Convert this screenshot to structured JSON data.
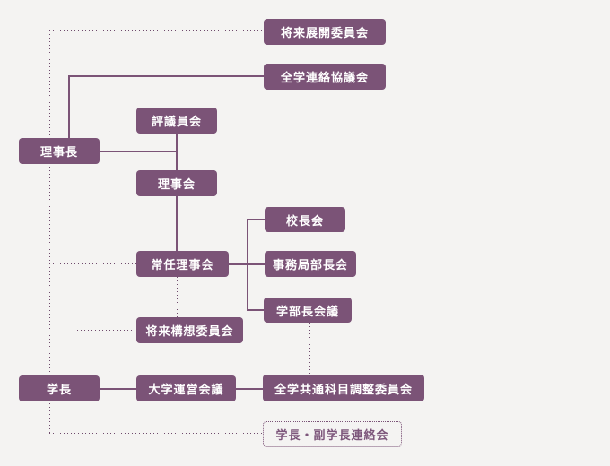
{
  "palette": {
    "background": "#f4f3f2",
    "node_fill": "#7b5377",
    "node_text": "#ffffff",
    "line_color": "#7b5377",
    "dotted_line_color": "#6e4a6c",
    "outlined_node_text": "#7d567b"
  },
  "nodes": [
    {
      "id": "future-development-committee",
      "label": "将来展開委員会"
    },
    {
      "id": "university-wide-liaison-council",
      "label": "全学連絡協議会"
    },
    {
      "id": "board-of-councilors",
      "label": "評議員会"
    },
    {
      "id": "chairperson-of-board",
      "label": "理事長"
    },
    {
      "id": "board-of-directors",
      "label": "理事会"
    },
    {
      "id": "principals-council",
      "label": "校長会"
    },
    {
      "id": "standing-board-of-directors",
      "label": "常任理事会"
    },
    {
      "id": "secretariat-department-heads-council",
      "label": "事務局部長会"
    },
    {
      "id": "deans-council",
      "label": "学部長会議"
    },
    {
      "id": "future-planning-committee",
      "label": "将来構想委員会"
    },
    {
      "id": "university-president",
      "label": "学長"
    },
    {
      "id": "university-management-council",
      "label": "大学運営会議"
    },
    {
      "id": "common-subjects-coordination-committee",
      "label": "全学共通科目調整委員会"
    },
    {
      "id": "president-vice-president-liaison",
      "label": "学長・副学長連絡会"
    }
  ],
  "edges": [
    {
      "from": "chairperson-of-board",
      "to": "future-development-committee",
      "style": "dotted"
    },
    {
      "from": "chairperson-of-board",
      "to": "university-wide-liaison-council",
      "style": "solid"
    },
    {
      "from": "chairperson-of-board",
      "to": "board-of-councilors",
      "style": "solid"
    },
    {
      "from": "chairperson-of-board",
      "to": "board-of-directors",
      "style": "solid"
    },
    {
      "from": "board-of-directors",
      "to": "standing-board-of-directors",
      "style": "solid"
    },
    {
      "from": "chairperson-of-board",
      "to": "standing-board-of-directors",
      "style": "dotted"
    },
    {
      "from": "standing-board-of-directors",
      "to": "principals-council",
      "style": "solid"
    },
    {
      "from": "standing-board-of-directors",
      "to": "secretariat-department-heads-council",
      "style": "solid"
    },
    {
      "from": "standing-board-of-directors",
      "to": "deans-council",
      "style": "solid"
    },
    {
      "from": "standing-board-of-directors",
      "to": "future-planning-committee",
      "style": "dotted"
    },
    {
      "from": "university-president",
      "to": "future-planning-committee",
      "style": "dotted"
    },
    {
      "from": "university-president",
      "to": "university-management-council",
      "style": "solid"
    },
    {
      "from": "university-management-council",
      "to": "common-subjects-coordination-committee",
      "style": "solid"
    },
    {
      "from": "deans-council",
      "to": "common-subjects-coordination-committee",
      "style": "dotted"
    },
    {
      "from": "university-president",
      "to": "president-vice-president-liaison",
      "style": "dotted"
    }
  ]
}
